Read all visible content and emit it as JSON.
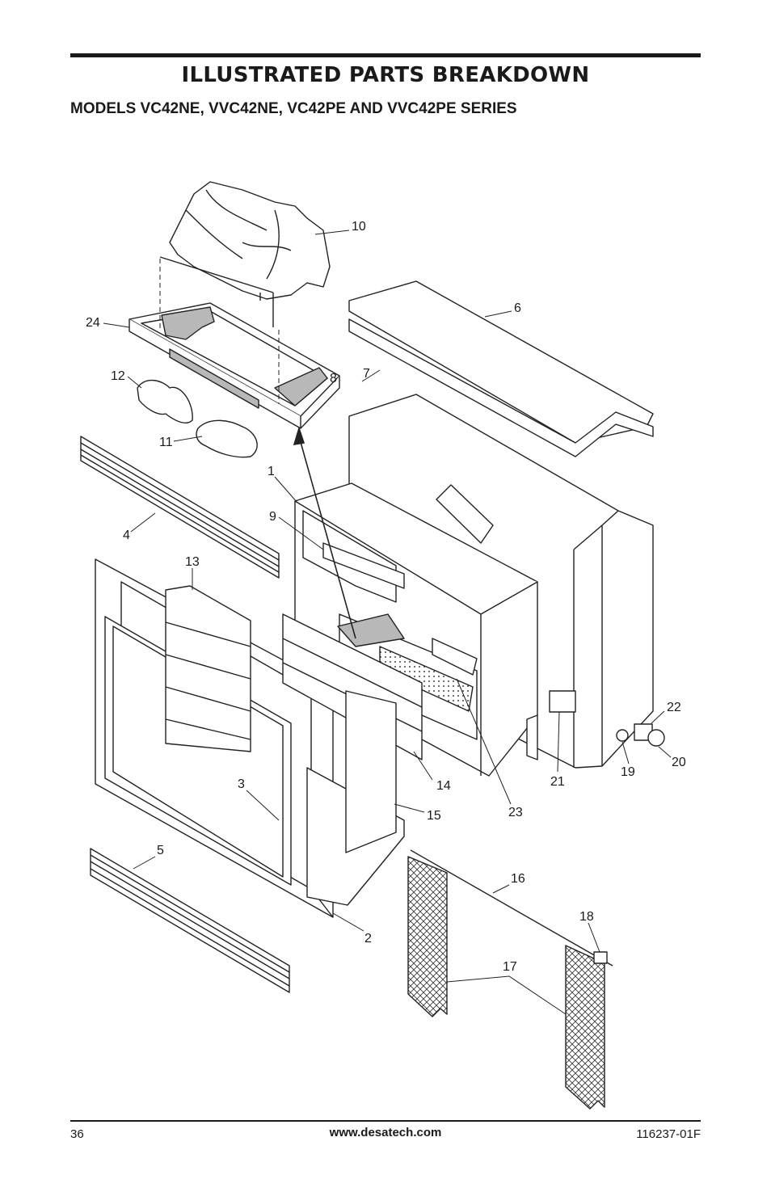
{
  "header": {
    "title": "ILLUSTRATED PARTS BREAKDOWN",
    "subtitle": "MODELS VC42NE, VVC42NE, VC42PE AND VVC42PE SERIES"
  },
  "callouts": [
    "10",
    "6",
    "24",
    "7",
    "8",
    "12",
    "11",
    "1",
    "9",
    "4",
    "13",
    "22",
    "19",
    "20",
    "21",
    "3",
    "14",
    "15",
    "23",
    "5",
    "16",
    "18",
    "2",
    "17"
  ],
  "footer": {
    "page_number": "36",
    "website": "www.desatech.com",
    "doc_number": "116237-01F"
  }
}
